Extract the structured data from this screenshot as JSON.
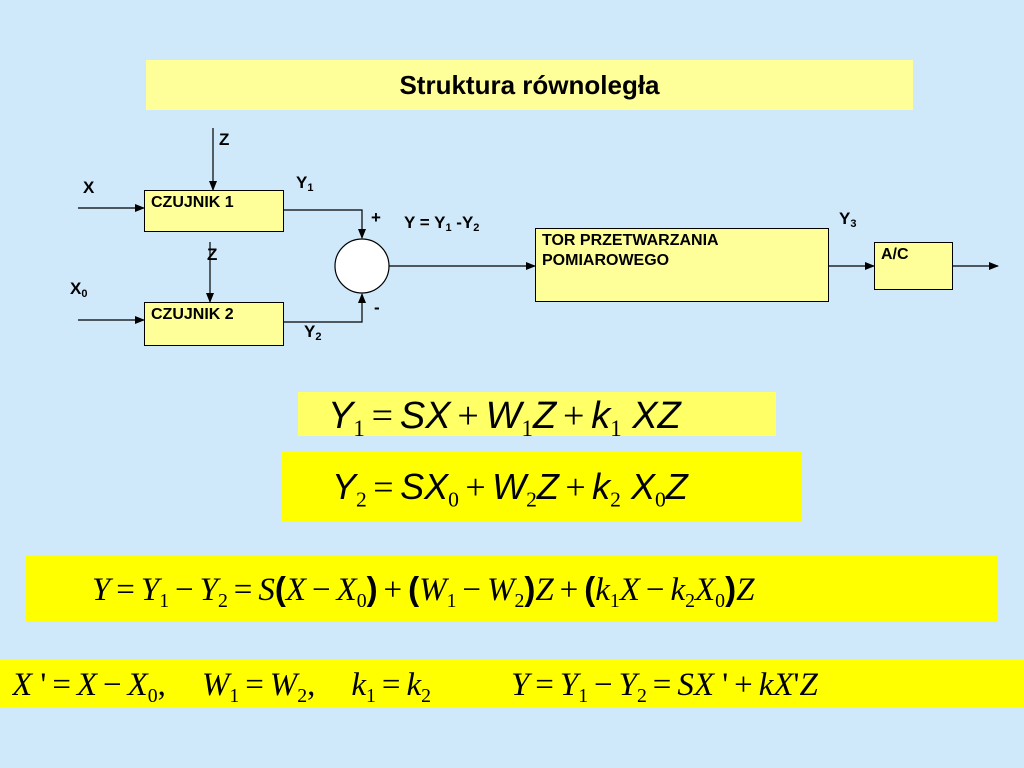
{
  "title": "Struktura równoległa",
  "blocks": {
    "sensor1": "CZUJNIK 1",
    "sensor2": "CZUJNIK 2",
    "processing_line1": "TOR PRZETWARZANIA",
    "processing_line2": "POMIAROWEGO",
    "converter": "A/C"
  },
  "labels": {
    "z_top": "Z",
    "z_mid": "Z",
    "x": "X",
    "x0_base": "X",
    "x0_sub": "0",
    "y1_base": "Y",
    "y1_sub": "1",
    "y2_base": "Y",
    "y2_sub": "2",
    "y3_base": "Y",
    "y3_sub": "3",
    "plus": "+",
    "minus": "-",
    "y_eq_prefix": "Y = Y",
    "y_eq_sub1": "1",
    "y_eq_mid": " -Y",
    "y_eq_sub2": "2"
  },
  "equations": {
    "eq1": "Y1 = SX + W1Z + k1 XZ",
    "eq2": "Y2 = SX0 + W2Z + k2 X0Z",
    "eq3": "Y = Y1 − Y2 = S(X − X0) + (W1 − W2)Z + (k1X − k2X0)Z",
    "eq4_a": "X' = X − X0,",
    "eq4_b": "W1 = W2,",
    "eq4_c": "k1 = k2",
    "eq4_d": "Y = Y1 − Y2 = SX' + kX'Z"
  },
  "colors": {
    "background": "#cfe9fb",
    "block_fill": "#ffff99",
    "equation_fill": "#ffff00",
    "equation_fill_pale": "#ffff66"
  }
}
